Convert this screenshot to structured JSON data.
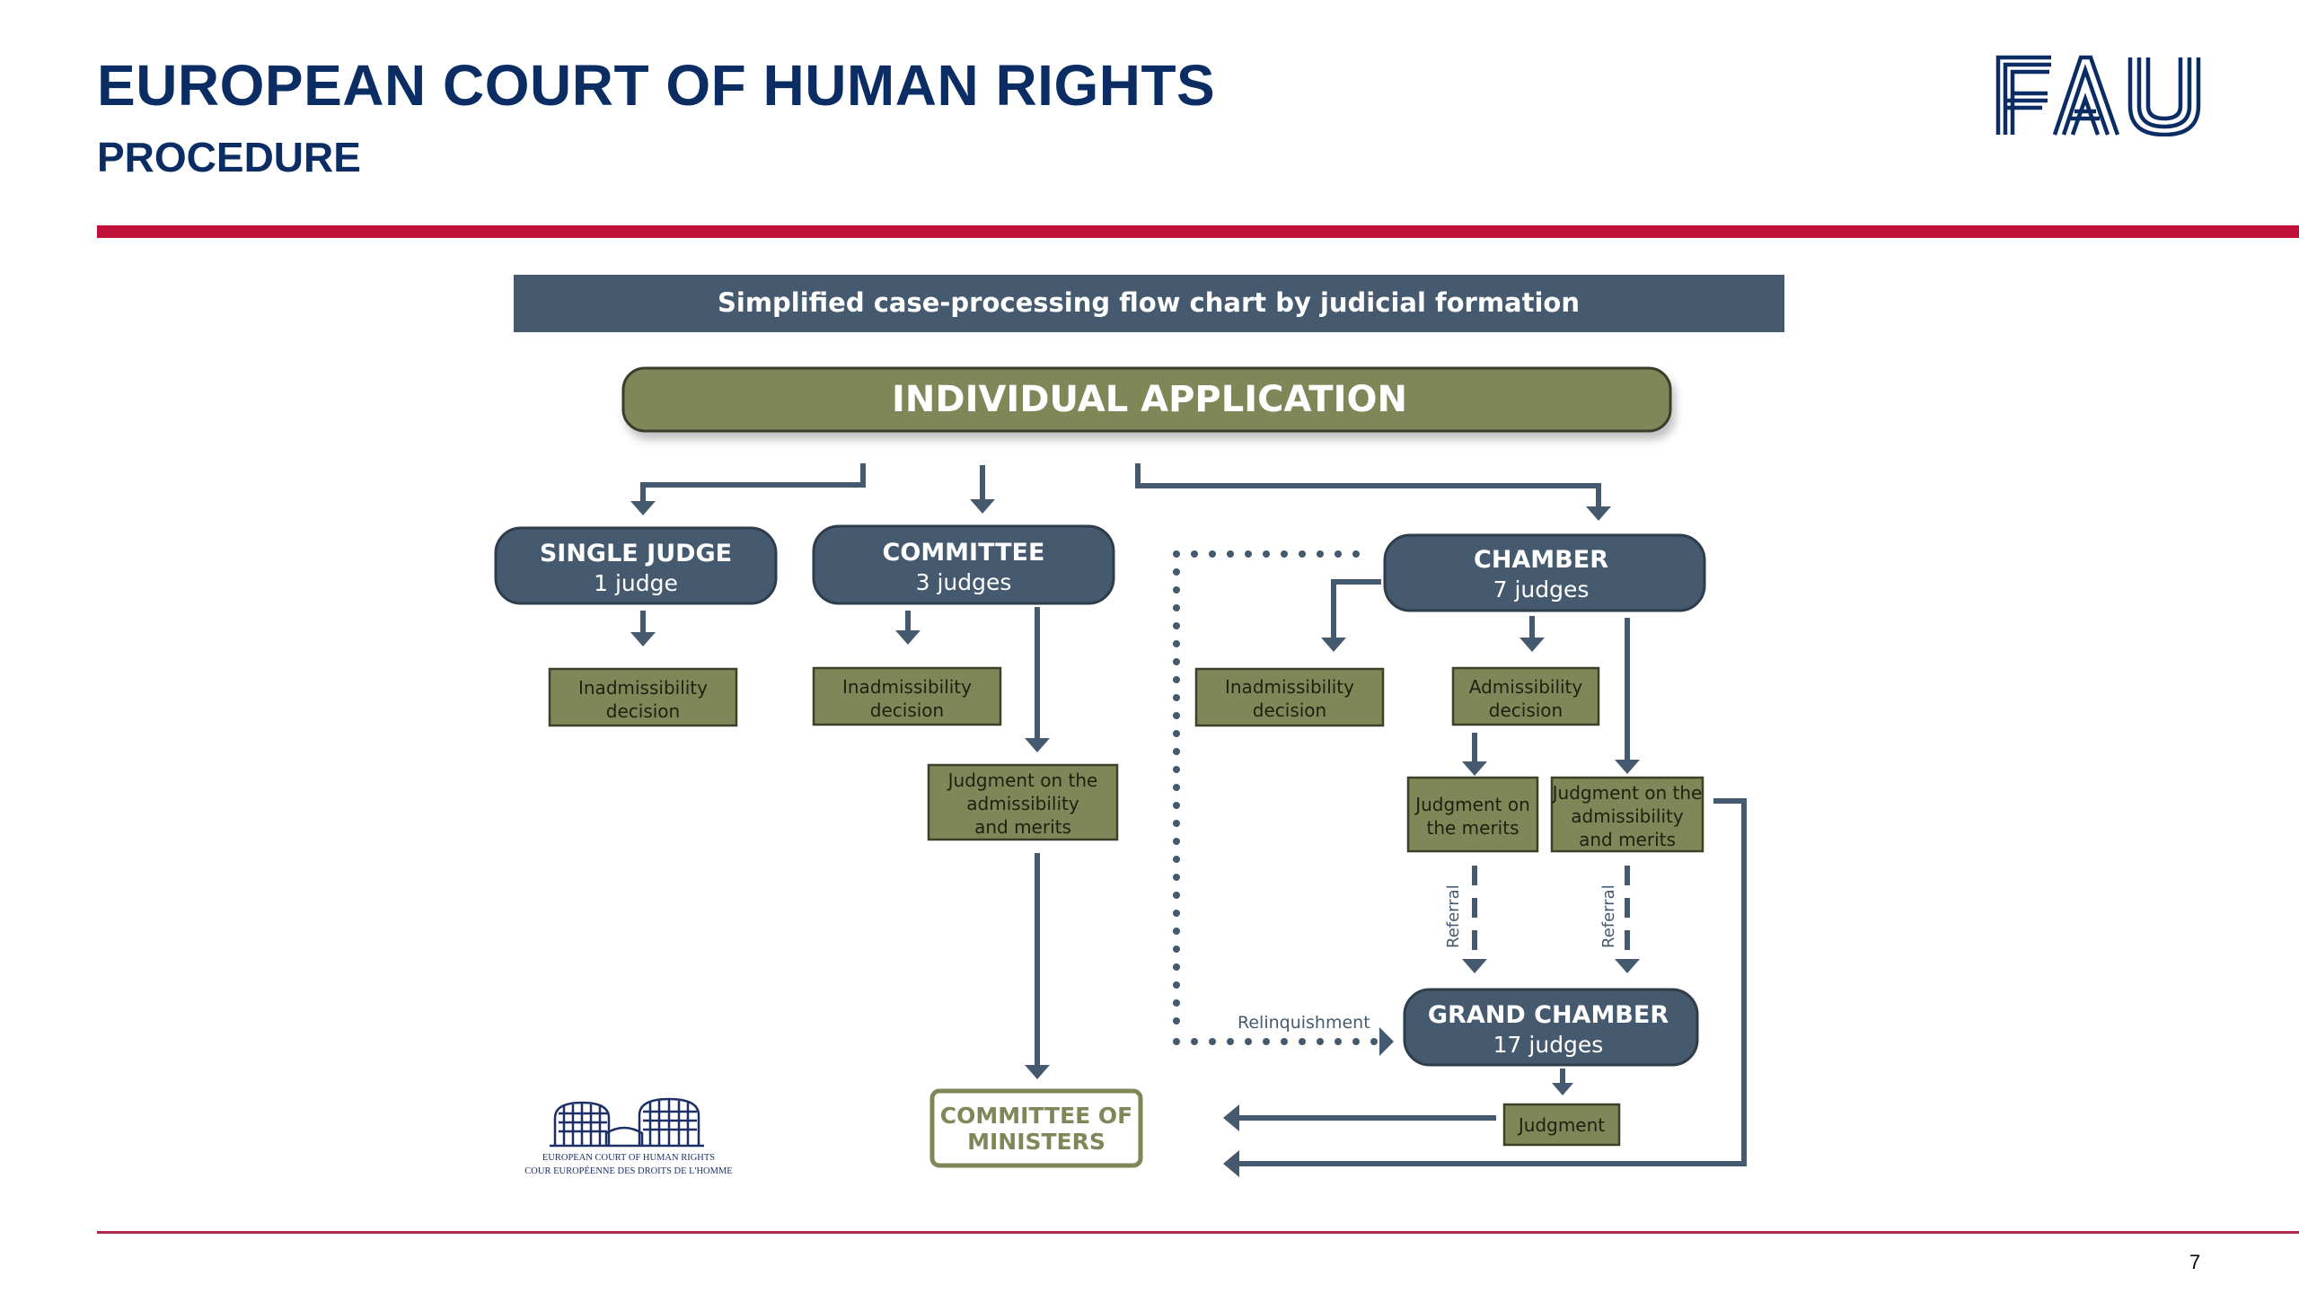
{
  "header": {
    "title": "EUROPEAN COURT OF HUMAN RIGHTS",
    "subtitle": "PROCEDURE",
    "logo": "FAU"
  },
  "footer": {
    "page_number": "7"
  },
  "colors": {
    "navy": "#0b2d63",
    "accent_red": "#c0103a",
    "slate": "#455a6e",
    "olive": "#7f8758",
    "white": "#ffffff"
  },
  "diagram": {
    "banner": "Simplified case-processing flow chart by judicial formation",
    "application": "INDIVIDUAL APPLICATION",
    "single_judge": {
      "title": "SINGLE JUDGE",
      "sub": "1 judge"
    },
    "committee": {
      "title": "COMMITTEE",
      "sub": "3 judges"
    },
    "chamber": {
      "title": "CHAMBER",
      "sub": "7 judges"
    },
    "grand_chamber": {
      "title": "GRAND CHAMBER",
      "sub": "17 judges"
    },
    "sj_inadmissibility": [
      "Inadmissibility",
      "decision"
    ],
    "com_inadmissibility": [
      "Inadmissibility",
      "decision"
    ],
    "com_judgment": [
      "Judgment on the",
      "admissibility",
      "and merits"
    ],
    "ch_inadmissibility": [
      "Inadmissibility",
      "decision"
    ],
    "ch_admissibility": [
      "Admissibility",
      "decision"
    ],
    "ch_judgment_merits": [
      "Judgment on",
      "the merits"
    ],
    "ch_judgment_adm_merits": [
      "Judgment on the",
      "admissibility",
      "and merits"
    ],
    "referral_label": "Referral",
    "relinquishment_label": "Relinquishment",
    "gc_judgment": "Judgment",
    "committee_of_ministers": [
      "COMMITTEE OF",
      "MINISTERS"
    ],
    "echr_logo": [
      "EUROPEAN COURT OF HUMAN RIGHTS",
      "COUR EUROPÉENNE DES DROITS DE L'HOMME"
    ]
  }
}
